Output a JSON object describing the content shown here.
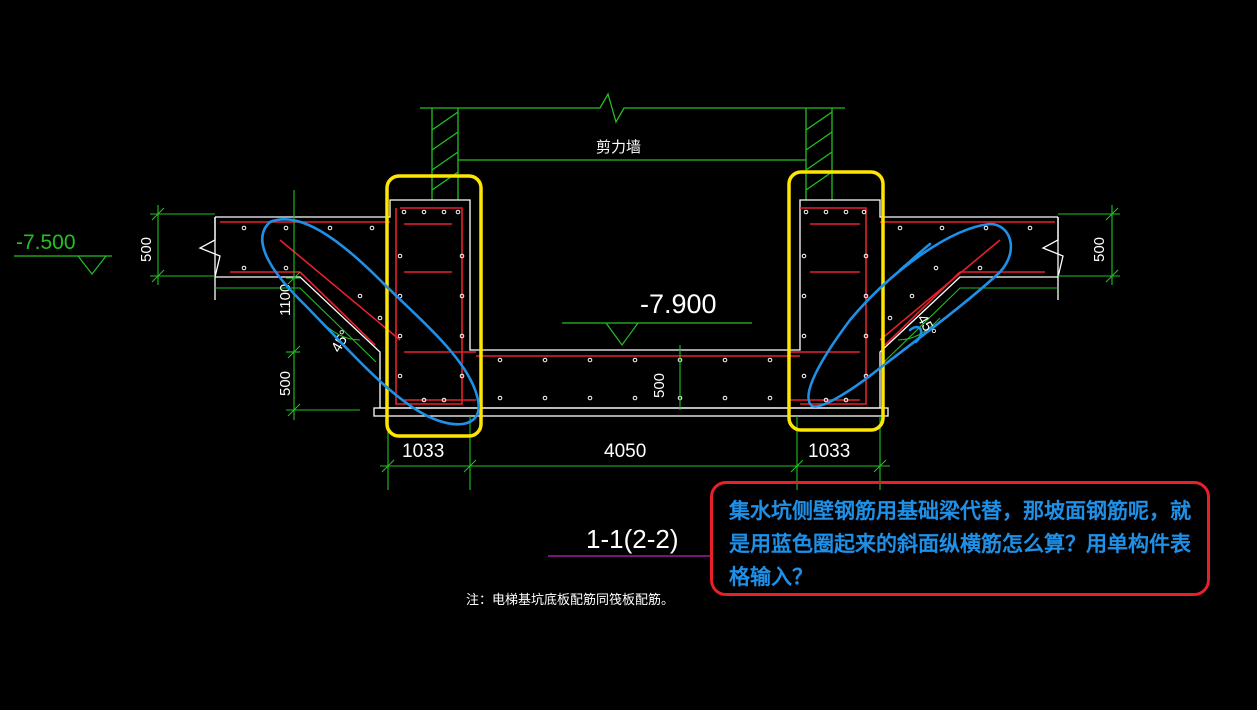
{
  "drawing": {
    "wall_label": "剪力墙",
    "elevation_left": "-7.500",
    "elevation_center": "-7.900",
    "dim_slab_left": "500",
    "dim_slab_right": "500",
    "dim_height_left": "1100",
    "dim_base_left": "500",
    "dim_base_center": "500",
    "dim_bottom_left": "1033",
    "dim_bottom_center": "4050",
    "dim_bottom_right": "1033",
    "angle_left": "45°",
    "angle_right": "45°",
    "section_title": "1-1(2-2)",
    "note": "注：电梯基坑底板配筋同筏板配筋。"
  },
  "callout": {
    "text": "集水坑侧壁钢筋用基础梁代替，那坡面钢筋呢，就是用蓝色圈起来的斜面纵横筋怎么算？用单构件表格输入？"
  },
  "colors": {
    "background": "#000000",
    "concrete_outline": "#ffffff",
    "rebar": "#e8202a",
    "dimension": "#22c022",
    "wall_hatch": "#22c022",
    "yellow_box": "#ffe600",
    "blue_annotation": "#1e90e8",
    "callout_border": "#e8202a",
    "leader": "#c020c0"
  }
}
